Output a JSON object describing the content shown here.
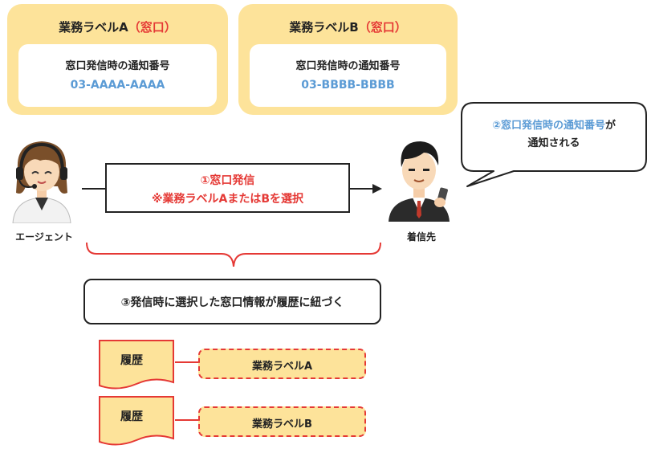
{
  "label_a": {
    "title_prefix": "業務ラベルA",
    "title_suffix": "（窓口）",
    "inner_label": "窓口発信時の通知番号",
    "number": "03-AAAA-AAAA"
  },
  "label_b": {
    "title_prefix": "業務ラベルB",
    "title_suffix": "（窓口）",
    "inner_label": "窓口発信時の通知番号",
    "number": "03-BBBB-BBBB"
  },
  "agent_label": "エージェント",
  "callee_label": "着信先",
  "action": {
    "line1": "①窓口発信",
    "line2": "※業務ラベルAまたはBを選択"
  },
  "bubble": {
    "highlight": "②窓口発信時の通知番号",
    "after": "が",
    "line2": "通知される"
  },
  "link_text": "③発信時に選択した窓口情報が履歴に紐づく",
  "history": [
    {
      "doc_label": "履歴",
      "tag_label": "業務ラベルA"
    },
    {
      "doc_label": "履歴",
      "tag_label": "業務ラベルB"
    }
  ],
  "colors": {
    "card_fill": "#fde39a",
    "accent_red": "#e53935",
    "accent_blue": "#5b9bd5"
  }
}
